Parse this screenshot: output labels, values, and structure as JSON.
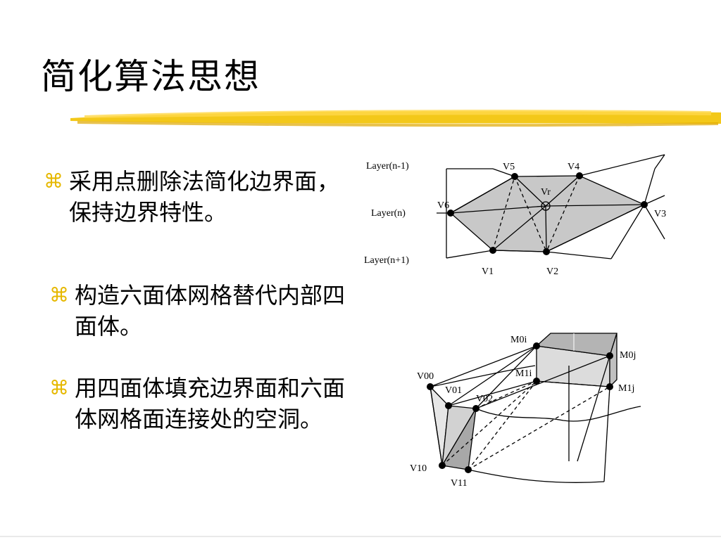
{
  "slide": {
    "title": "简化算法思想",
    "bullets": [
      {
        "icon": "command-icon",
        "text": "采用点删除法简化边界面，保持边界特性。"
      },
      {
        "icon": "command-icon",
        "text": "构造六面体网格替代内部四面体。"
      },
      {
        "icon": "command-icon",
        "text": "用四面体填充边界面和六面体网格面连接处的空洞。"
      }
    ]
  },
  "colors": {
    "accent": "#e6b800",
    "fill_gray": "#c8c8c8",
    "box_light": "#dcdcdc",
    "box_mid": "#b4b4b4"
  },
  "diagram_top": {
    "layer_labels": {
      "top": "Layer(n-1)",
      "mid": "Layer(n)",
      "bottom": "Layer(n+1)"
    },
    "vertices": {
      "v1": "V1",
      "v2": "V2",
      "v3": "V3",
      "v4": "V4",
      "v5": "V5",
      "v6": "V6",
      "vr": "Vr"
    }
  },
  "diagram_bottom": {
    "vertices": {
      "m0i": "M0i",
      "m0j": "M0j",
      "m1i": "M1i",
      "m1j": "M1j",
      "v00": "V00",
      "v01": "V01",
      "v02": "V02",
      "v10": "V10",
      "v11": "V11"
    }
  }
}
